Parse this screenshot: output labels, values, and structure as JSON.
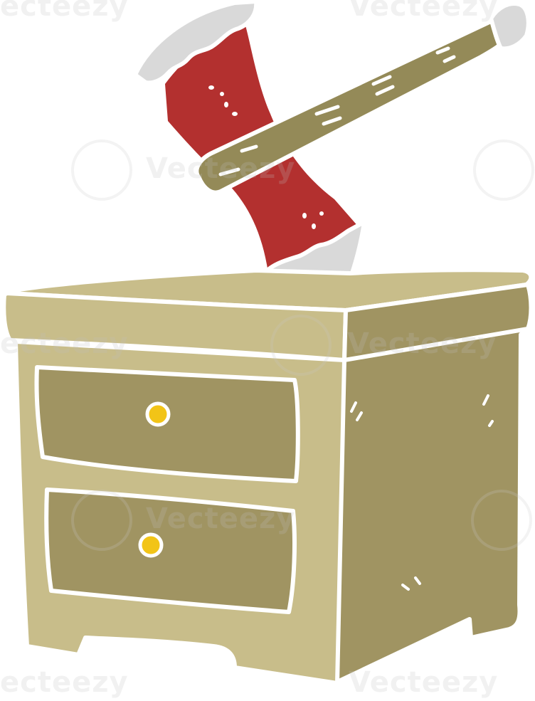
{
  "illustration": {
    "subject": "cartoon axe stuck in a bedside cabinet",
    "colors": {
      "background": "#ffffff",
      "cabinet_light": "#c8bd8a",
      "cabinet_dark": "#a09462",
      "drawer_face": "#a09462",
      "outline_highlight": "#ffffff",
      "axe_head": "#b3302f",
      "axe_blade": "#d9d9d9",
      "handle": "#948a58",
      "knob": "#f2c417"
    }
  },
  "watermark": {
    "text": "Vecteezy",
    "partial_text": "ecteezy"
  }
}
